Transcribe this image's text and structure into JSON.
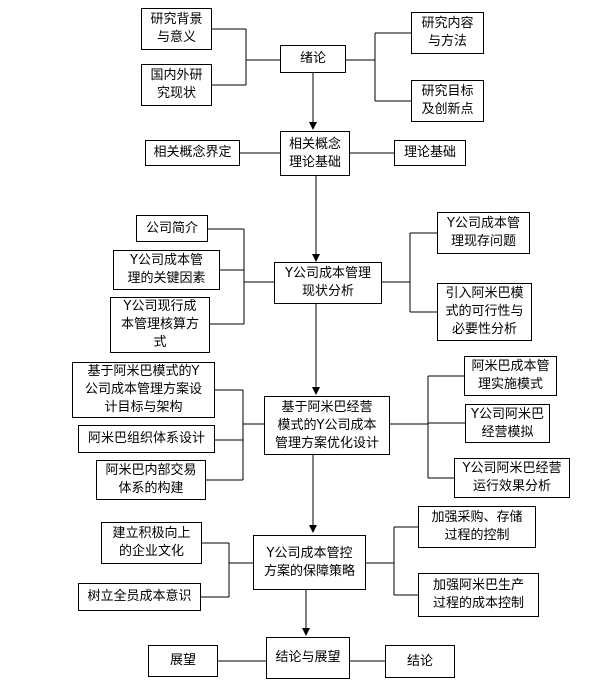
{
  "diagram": {
    "boxes": {
      "n1_bg": "研究背景\n与意义",
      "n1_lit": "国内外研\n究现状",
      "n1_main": "绪论",
      "n1_content": "研究内容\n与方法",
      "n1_goal": "研究目标\n及创新点",
      "n2_def": "相关概念界定",
      "n2_main": "相关概念\n理论基础",
      "n2_theory": "理论基础",
      "n3_intro": "公司简介",
      "n3_key": "Y公司成本管\n理的关键因素",
      "n3_acct": "Y公司现行成\n本管理核算方\n式",
      "n3_main": "Y公司成本管理\n现状分析",
      "n3_prob": "Y公司成本管\n理现存问题",
      "n3_feas": "引入阿米巴模\n式的可行性与\n必要性分析",
      "n4_goal": "基于阿米巴模式的Y\n公司成本管理方案设\n计目标与架构",
      "n4_org": "阿米巴组织体系设计",
      "n4_trade": "阿米巴内部交易\n体系的构建",
      "n4_main": "基于阿米巴经营\n模式的Y公司成本\n管理方案优化设计",
      "n4_impl": "阿米巴成本管\n理实施模式",
      "n4_sim": "Y公司阿米巴\n经营模拟",
      "n4_eff": "Y公司阿米巴经营\n运行效果分析",
      "n5_culture": "建立积极向上\n的企业文化",
      "n5_aware": "树立全员成本意识",
      "n5_main": "Y公司成本管控\n方案的保障策略",
      "n5_purchase": "加强采购、存储\n过程的控制",
      "n5_prod": "加强阿米巴生产\n过程的成本控制",
      "n6_outlook": "展望",
      "n6_main": "结论与展望",
      "n6_conc": "结论"
    }
  }
}
